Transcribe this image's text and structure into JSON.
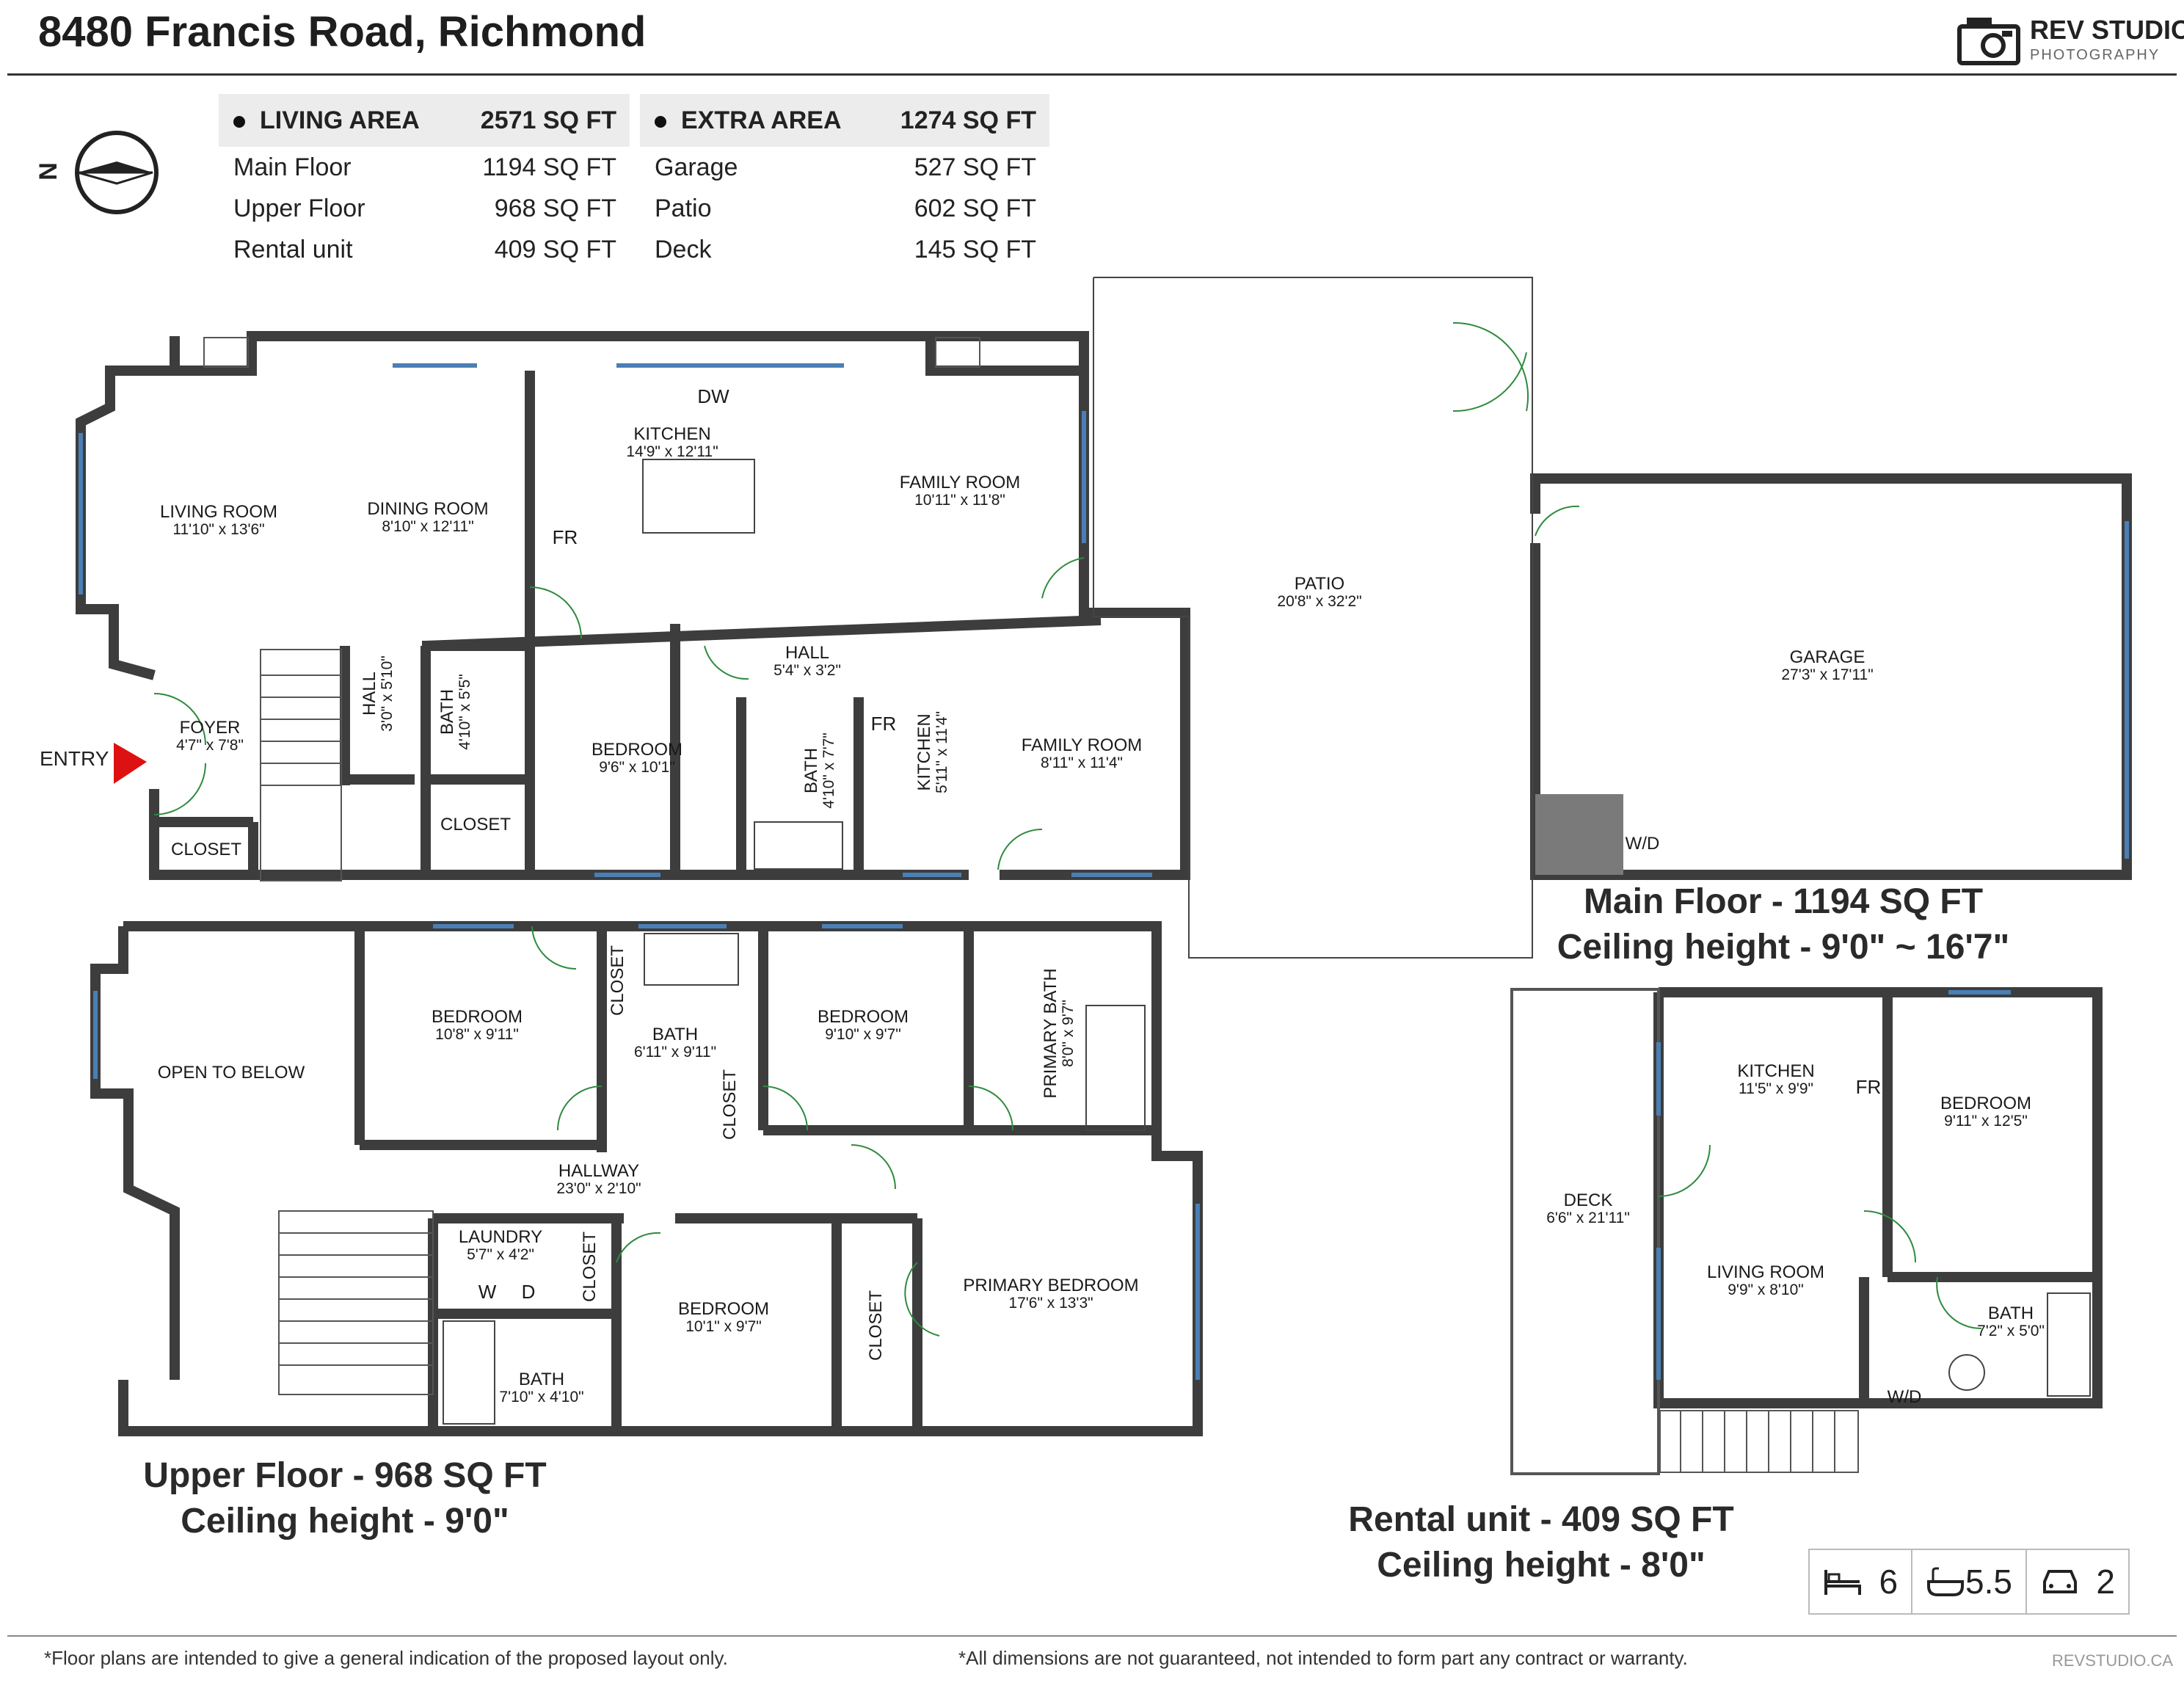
{
  "header": {
    "address": "8480 Francis Road, Richmond",
    "logo": {
      "brand": "REV STUDIO",
      "sub": "PHOTOGRAPHY",
      "icon": "camera-icon"
    },
    "compass_letter": "N"
  },
  "areas": {
    "living": {
      "title": "LIVING AREA",
      "total": "2571 SQ FT",
      "rows": [
        {
          "label": "Main Floor",
          "value": "1194 SQ FT"
        },
        {
          "label": "Upper Floor",
          "value": "968 SQ FT"
        },
        {
          "label": "Rental unit",
          "value": "409 SQ FT"
        }
      ]
    },
    "extra": {
      "title": "EXTRA AREA",
      "total": "1274 SQ FT",
      "rows": [
        {
          "label": "Garage",
          "value": "527 SQ FT"
        },
        {
          "label": "Patio",
          "value": "602 SQ FT"
        },
        {
          "label": "Deck",
          "value": "145 SQ FT"
        }
      ]
    }
  },
  "captions": {
    "main": {
      "line1": "Main Floor - 1194 SQ FT",
      "line2": "Ceiling height - 9'0\" ~ 16'7\""
    },
    "upper": {
      "line1": "Upper Floor - 968 SQ FT",
      "line2": "Ceiling height - 9'0\""
    },
    "rental": {
      "line1": "Rental unit - 409 SQ FT",
      "line2": "Ceiling height - 8'0\""
    }
  },
  "entry_label": "ENTRY",
  "rooms": {
    "living_room": {
      "name": "LIVING ROOM",
      "dim": "11'10\" x 13'6\""
    },
    "dining_room": {
      "name": "DINING ROOM",
      "dim": "8'10\" x 12'11\""
    },
    "kitchen_main": {
      "name": "KITCHEN",
      "dim": "14'9\" x 12'11\""
    },
    "family_room_1": {
      "name": "FAMILY ROOM",
      "dim": "10'11\" x 11'8\""
    },
    "patio": {
      "name": "PATIO",
      "dim": "20'8\" x 32'2\""
    },
    "garage": {
      "name": "GARAGE",
      "dim": "27'3\" x 17'11\""
    },
    "foyer": {
      "name": "FOYER",
      "dim": "4'7\" x 7'8\""
    },
    "hall_1": {
      "name": "HALL",
      "dim": "3'0\" x 5'10\""
    },
    "bath_1": {
      "name": "BATH",
      "dim": "4'10\" x 5'5\""
    },
    "closet_1": {
      "name": "CLOSET"
    },
    "closet_2": {
      "name": "CLOSET"
    },
    "bedroom_main": {
      "name": "BEDROOM",
      "dim": "9'6\" x 10'1\""
    },
    "hall_2": {
      "name": "HALL",
      "dim": "5'4\" x 3'2\""
    },
    "bath_2": {
      "name": "BATH",
      "dim": "4'10\" x 7'7\""
    },
    "kitchen_2": {
      "name": "KITCHEN",
      "dim": "5'11\" x 11'4\""
    },
    "family_room_2": {
      "name": "FAMILY ROOM",
      "dim": "8'11\" x 11'4\""
    },
    "open_below": {
      "name": "OPEN TO BELOW"
    },
    "bedroom_u1": {
      "name": "BEDROOM",
      "dim": "10'8\" x 9'11\""
    },
    "closet_u1": {
      "name": "CLOSET"
    },
    "bath_u1": {
      "name": "BATH",
      "dim": "6'11\" x 9'11\""
    },
    "closet_u2": {
      "name": "CLOSET"
    },
    "bedroom_u2": {
      "name": "BEDROOM",
      "dim": "9'10\" x 9'7\""
    },
    "primary_bath": {
      "name": "PRIMARY BATH",
      "dim": "8'0\" x 9'7\""
    },
    "hallway": {
      "name": "HALLWAY",
      "dim": "23'0\" x 2'10\""
    },
    "laundry": {
      "name": "LAUNDRY",
      "dim": "5'7\" x 4'2\""
    },
    "closet_u3": {
      "name": "CLOSET"
    },
    "bedroom_u3": {
      "name": "BEDROOM",
      "dim": "10'1\" x 9'7\""
    },
    "closet_u4": {
      "name": "CLOSET"
    },
    "primary_bedroom": {
      "name": "PRIMARY BEDROOM",
      "dim": "17'6\" x 13'3\""
    },
    "bath_u2": {
      "name": "BATH",
      "dim": "7'10\" x 4'10\""
    },
    "deck": {
      "name": "DECK",
      "dim": "6'6\" x 21'11\""
    },
    "kitchen_r": {
      "name": "KITCHEN",
      "dim": "11'5\" x 9'9\""
    },
    "bedroom_r": {
      "name": "BEDROOM",
      "dim": "9'11\" x 12'5\""
    },
    "living_room_r": {
      "name": "LIVING ROOM",
      "dim": "9'9\" x 8'10\""
    },
    "bath_r": {
      "name": "BATH",
      "dim": "7'2\" x 5'0\""
    }
  },
  "fixtures": {
    "dw": "DW",
    "fr": "FR",
    "wd": "W/D",
    "w": "W",
    "d": "D"
  },
  "stats": {
    "beds": "6",
    "baths": "5.5",
    "garage": "2"
  },
  "footer": {
    "left": "*Floor plans are intended to give a general indication of the proposed layout only.",
    "right": "*All dimensions are not guaranteed, not intended to form part any contract or warranty.",
    "url": "REVSTUDIO.CA"
  }
}
